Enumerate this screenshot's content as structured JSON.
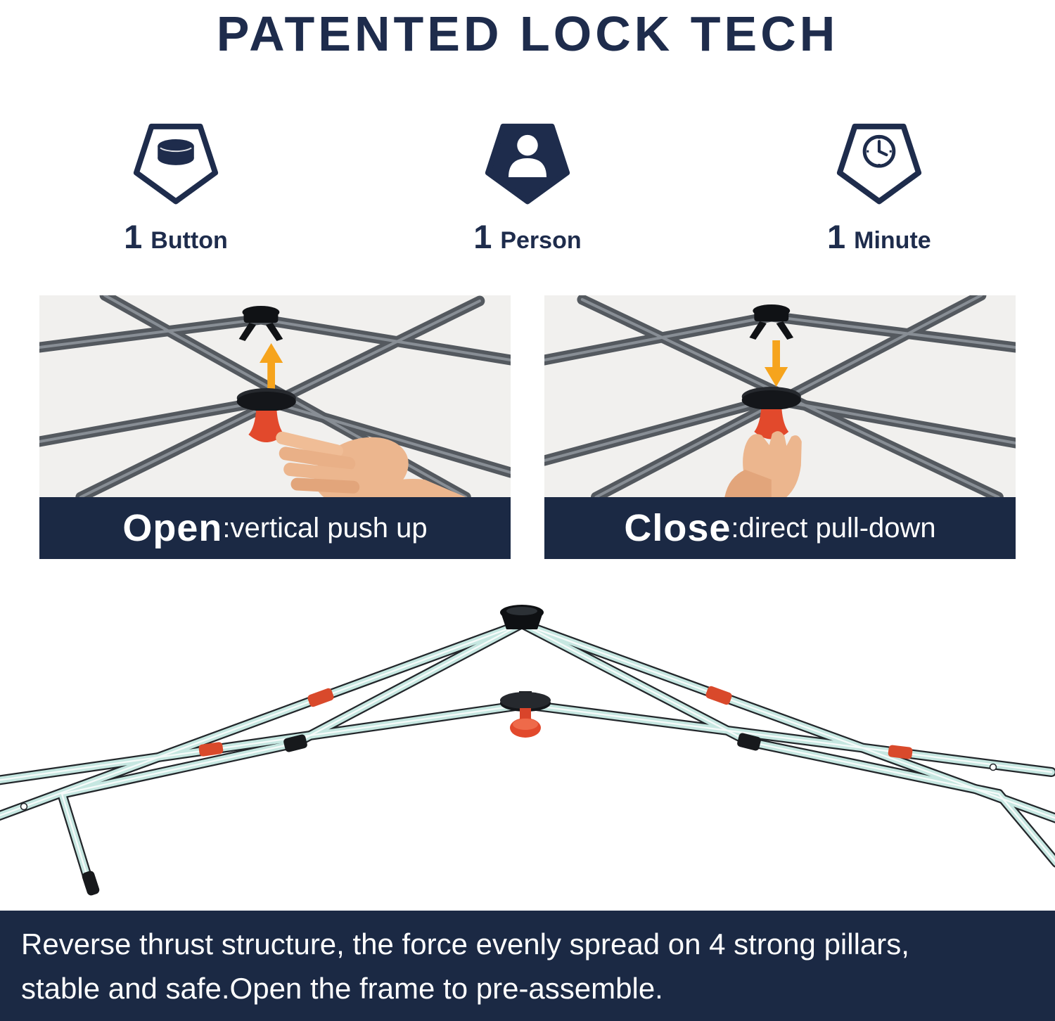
{
  "title": "PATENTED LOCK TECH",
  "features": [
    {
      "number": "1",
      "label": "Button",
      "icon": "button-icon"
    },
    {
      "number": "1",
      "label": "Person",
      "icon": "person-icon"
    },
    {
      "number": "1",
      "label": "Minute",
      "icon": "clock-icon"
    }
  ],
  "panels": [
    {
      "name": "open",
      "caption_bold": "Open",
      "caption_rest": ":vertical push up",
      "arrow_icon": "arrow-up-icon"
    },
    {
      "name": "close",
      "caption_bold": "Close",
      "caption_rest": ":direct pull-down",
      "arrow_icon": "arrow-down-icon"
    }
  ],
  "footer": {
    "lines": [
      "Reverse thrust structure, the force evenly spread on 4 strong pillars,",
      "stable and safe.Open the frame to pre-assemble."
    ]
  },
  "colors": {
    "navy": "#1b2944",
    "title_navy": "#1e2c4c",
    "arrow_orange": "#f6a41d",
    "knob_red": "#e2492c",
    "pole_teal": "#c6e7e1",
    "pole_gray": "#54595f",
    "panel_bg": "#f1f0ee"
  }
}
